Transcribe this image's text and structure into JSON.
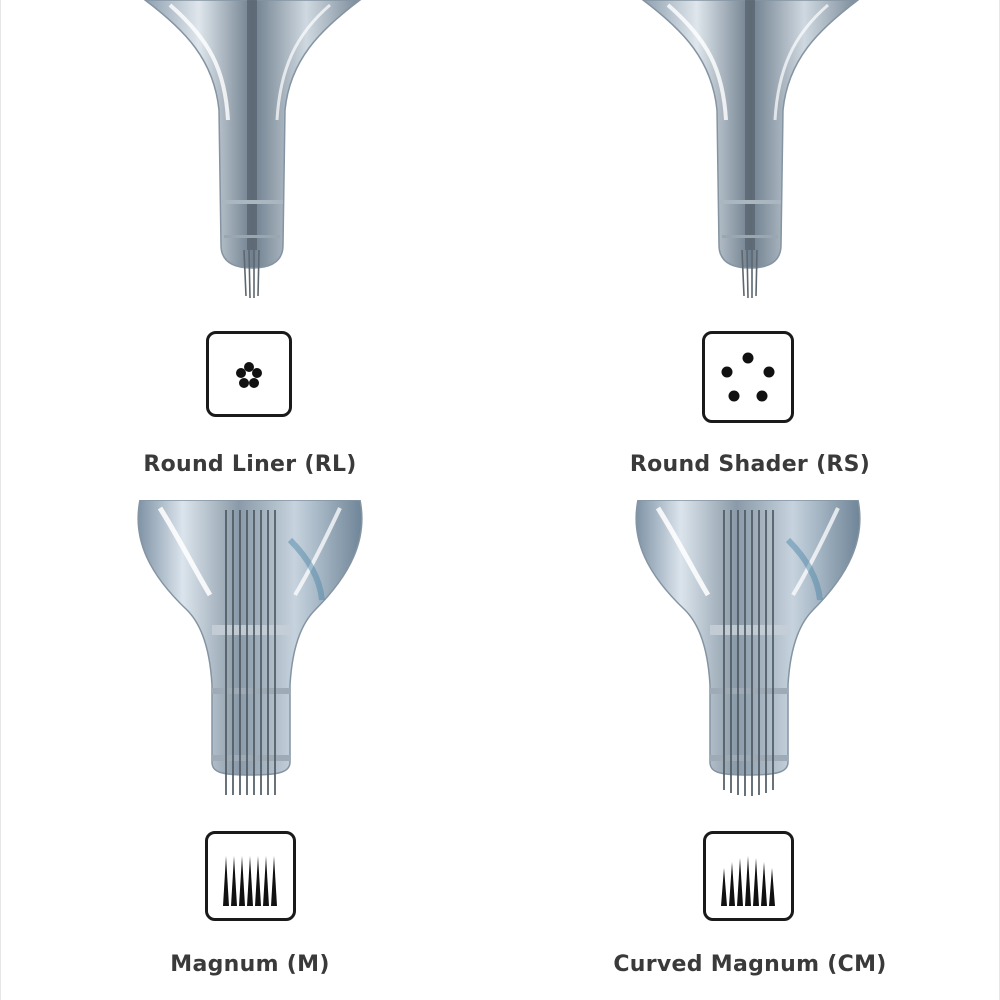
{
  "needle_types": [
    {
      "name": "Round Liner",
      "code": "(RL)",
      "cartridge_icon": "round-cartridge-image",
      "symbol_icon": "round-liner-dots-icon"
    },
    {
      "name": "Round Shader",
      "code": "(RS)",
      "cartridge_icon": "round-cartridge-image",
      "symbol_icon": "round-shader-dots-icon"
    },
    {
      "name": "Magnum",
      "code": "(M)",
      "cartridge_icon": "magnum-cartridge-image",
      "symbol_icon": "magnum-needles-icon"
    },
    {
      "name": "Curved Magnum",
      "code": "(CM)",
      "cartridge_icon": "magnum-cartridge-image",
      "symbol_icon": "curved-magnum-needles-icon"
    }
  ]
}
